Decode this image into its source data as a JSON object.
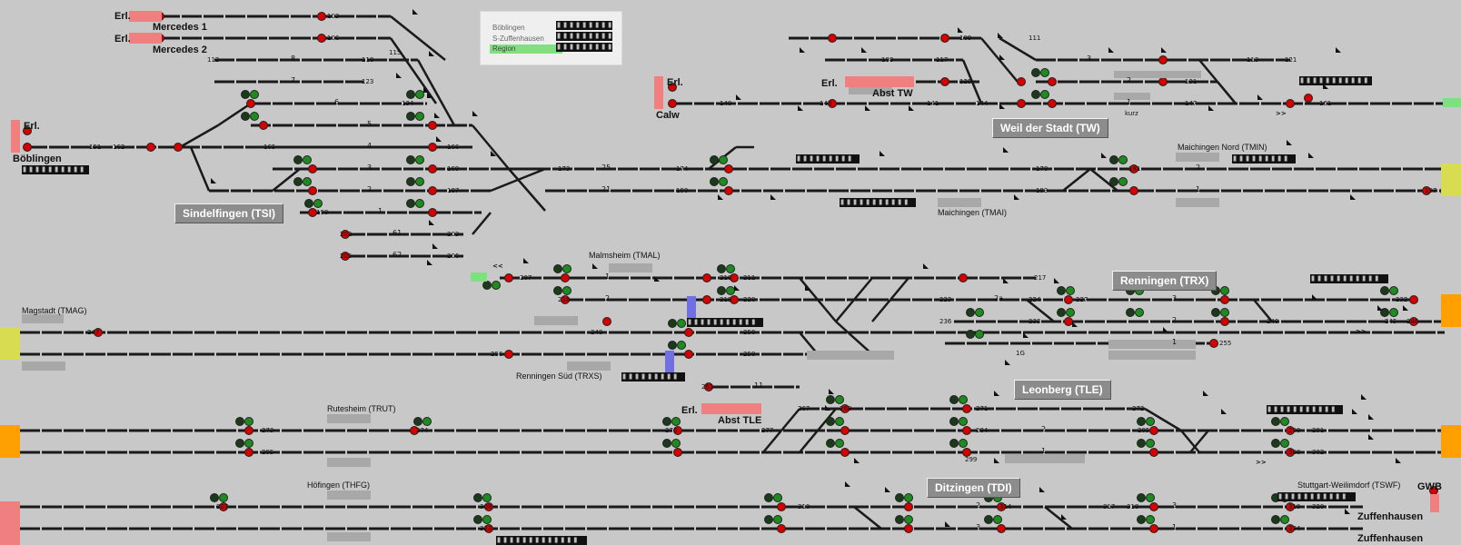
{
  "colors": {
    "background": "#c8c8c8",
    "track": "#1a1a1a",
    "signal_red": "#d40000",
    "signal_green": "#1f8a1f",
    "station_box": "#8c8c8c",
    "erl_box": "#f08080",
    "region": "#7ee07e",
    "orange_edge": "#ffa000",
    "yellow_edge": "#d8dc50",
    "pink_edge": "#f08080",
    "blue_block": "#7070e0"
  },
  "legend": {
    "row1": "Böblingen",
    "row2": "S-Zuffenhausen",
    "row3": "Region"
  },
  "stations": {
    "sindelfingen": "Sindelfingen (TSI)",
    "weil": "Weil der Stadt (TW)",
    "renningen": "Renningen (TRX)",
    "leonberg": "Leonberg (TLE)",
    "ditzingen": "Ditzingen (TDI)"
  },
  "places": {
    "boeblingen": "Böblingen",
    "calw": "Calw",
    "mercedes1": "Mercedes 1",
    "mercedes2": "Mercedes 2",
    "abst_tw": "Abst TW",
    "abst_tle": "Abst TLE",
    "gwb": "GWB",
    "zuffenhausen1": "Zuffenhausen",
    "zuffenhausen2": "Zuffenhausen"
  },
  "erl": {
    "e1": "Erl.",
    "e2": "Erl.",
    "e3": "Erl.",
    "e4": "Erl.",
    "e5": "Erl.",
    "e6": "Erl."
  },
  "small_labels": {
    "maichingen_nord": "Maichingen Nord (TMIN)",
    "maichingen": "Maichingen (TMAI)",
    "malmsheim": "Malmsheim (TMAL)",
    "magstadt": "Magstadt (TMAG)",
    "renningen_sued": "Renningen Süd (TRXS)",
    "rutesheim": "Rutesheim (TRUT)",
    "hoefingen": "Höfingen (THFG)",
    "weilimdorf": "Stuttgart-Weilimdorf (TSWF)",
    "kurz": "kurz",
    "onege": "1G"
  },
  "arrows": {
    "a1": ">>",
    "a2": "<<",
    "a3": ">>",
    "a4": ">>"
  },
  "track_numbers": {
    "t103": "103",
    "t106": "106",
    "t112": "112",
    "t115": "115",
    "t118": "118",
    "t123": "123",
    "t134": "134",
    "t151": "151",
    "t162": "162",
    "t165": "165",
    "t166": "166",
    "t169": "169",
    "t173": "173",
    "t174": "174",
    "t178": "178",
    "t181": "181",
    "t187": "187",
    "t190": "190",
    "t193": "193",
    "t197": "197",
    "t198": "198",
    "t202": "202",
    "t203": "203",
    "t205": "205",
    "t206": "206",
    "t207": "207",
    "t210": "210",
    "t211": "211",
    "t217": "217",
    "t218": "218",
    "t219": "219",
    "t220": "220",
    "t223": "223",
    "t224": "224",
    "t227": "227",
    "t232": "232",
    "t233": "233",
    "t236": "236",
    "t240": "240",
    "t245": "245",
    "t246": "246",
    "t247": "247",
    "t248": "248",
    "t250": "250",
    "t255": "255",
    "t256": "256",
    "t258": "258",
    "t261": "261",
    "t267": "267",
    "t268": "268",
    "t271": "271",
    "t272": "272",
    "t273": "273",
    "t274": "274",
    "t276": "276",
    "t277": "277",
    "t284": "284",
    "t285": "285",
    "t290": "290",
    "t291": "291",
    "t295": "295",
    "t299": "299",
    "t300": "300",
    "t302": "302",
    "t307": "307",
    "t308": "308",
    "t310": "310",
    "t314": "314",
    "t317": "317",
    "t318": "318",
    "t319": "319",
    "t320": "320",
    "t323": "323",
    "t334": "334",
    "t141": "141",
    "t143": "143",
    "t144": "144",
    "t147": "147",
    "t161": "161",
    "t113": "113",
    "t121": "121",
    "t131": "131",
    "t111": "111",
    "t117": "117",
    "t125": "125",
    "t140": "140",
    "t108": "108",
    "t109": "109"
  },
  "gleis": {
    "g8": "8",
    "g7": "7",
    "g6": "6",
    "g5": "5",
    "g4": "4",
    "g3": "3",
    "g2": "2",
    "g1": "1",
    "g61": "61",
    "g62": "62",
    "g25": "25",
    "g21": "21",
    "g3b": "3",
    "g2b": "2",
    "g1b": "1",
    "g2r": "2",
    "g1r": "1",
    "g2m": "2",
    "g1m": "1",
    "g11": "11",
    "g2a": "2a",
    "g3r": "3",
    "g2rr": "2",
    "g1rr": "1",
    "g2l": "2",
    "g1l": "1",
    "g2d": "2",
    "g3d": "3",
    "g1d": "1",
    "g3w": "3",
    "g2w": "2",
    "g1w": "1"
  }
}
